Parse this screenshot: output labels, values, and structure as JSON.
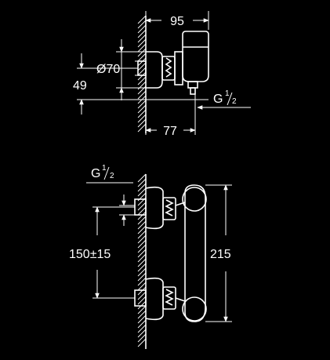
{
  "top_view": {
    "dim_width": "95",
    "dim_diameter": "Ø70",
    "dim_height": "49",
    "dim_depth": "77",
    "thread_label_main": "G",
    "thread_label_fraction_num": "1",
    "thread_label_fraction_den": "2"
  },
  "front_view": {
    "thread_label_main": "G",
    "thread_label_fraction_num": "1",
    "thread_label_fraction_den": "2",
    "dim_centers": "150±15",
    "dim_height": "215"
  },
  "colors": {
    "background": "#000000",
    "line": "#ffffff"
  }
}
